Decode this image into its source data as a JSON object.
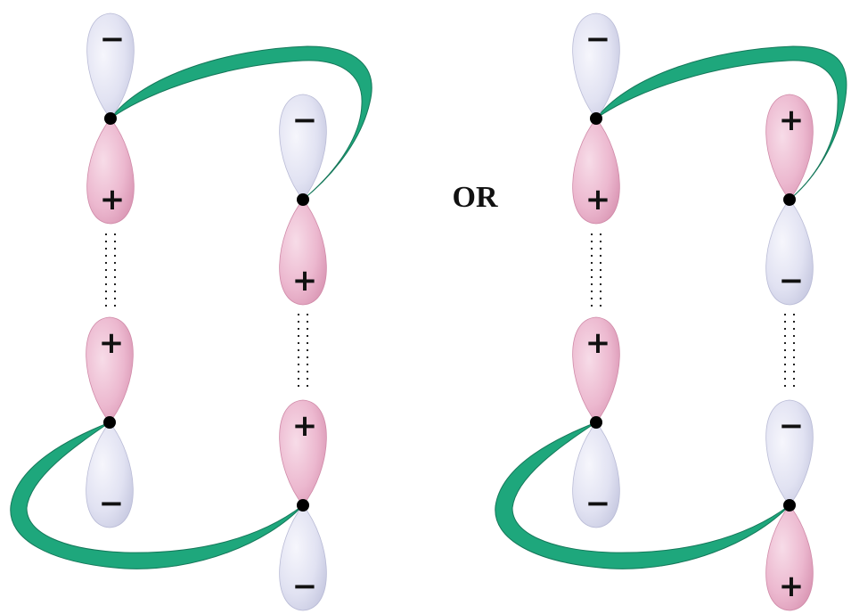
{
  "separator_label": "OR",
  "signs": {
    "plus": "+",
    "minus": "−"
  },
  "colors": {
    "positive_lobe": "#ecb8cf",
    "negative_lobe": "#e1e2f2",
    "ribbon": "#1ea77c",
    "ribbon_dark": "#15785a",
    "nucleus": "#000000"
  },
  "diagrams": [
    {
      "name": "left",
      "orbitals": [
        {
          "name": "a",
          "upper_sign": "−",
          "lower_sign": "+"
        },
        {
          "name": "b",
          "upper_sign": "−",
          "lower_sign": "+"
        },
        {
          "name": "c",
          "upper_sign": "+",
          "lower_sign": "−"
        },
        {
          "name": "d",
          "upper_sign": "+",
          "lower_sign": "−"
        }
      ]
    },
    {
      "name": "right",
      "orbitals": [
        {
          "name": "a",
          "upper_sign": "−",
          "lower_sign": "+"
        },
        {
          "name": "b",
          "upper_sign": "+",
          "lower_sign": "−"
        },
        {
          "name": "c",
          "upper_sign": "+",
          "lower_sign": "−"
        },
        {
          "name": "d",
          "upper_sign": "−",
          "lower_sign": "+"
        }
      ]
    }
  ]
}
